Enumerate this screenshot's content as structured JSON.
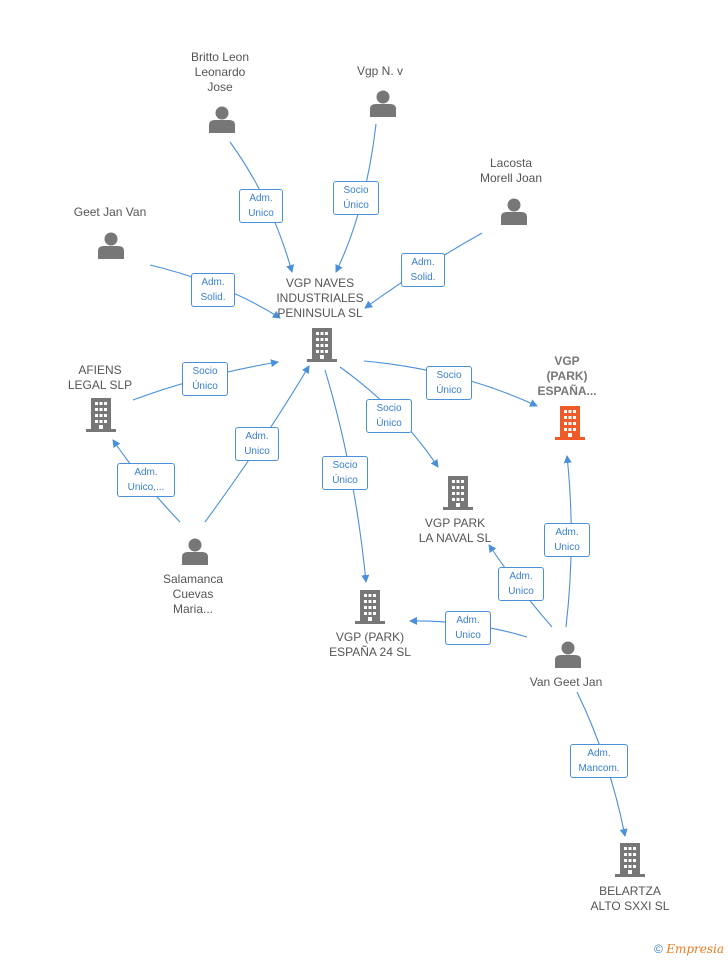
{
  "colors": {
    "edge": "#4a90d9",
    "person": "#777777",
    "company": "#777777",
    "highlight": "#f05a28"
  },
  "nodes": {
    "britto": {
      "label": "Britto Leon\nLeonardo\nJose",
      "icon": "person-icon"
    },
    "vgp_nv": {
      "label": "Vgp N. v",
      "icon": "person-icon"
    },
    "lacosta": {
      "label": "Lacosta\nMorell Joan",
      "icon": "person-icon"
    },
    "geet": {
      "label": "Geet Jan Van",
      "icon": "person-icon"
    },
    "vgp_naves": {
      "label": "VGP NAVES\nINDUSTRIALES\nPENINSULA  SL",
      "icon": "building-icon"
    },
    "afiens": {
      "label": "AFIENS\nLEGAL  SLP",
      "icon": "building-icon"
    },
    "vgp_park_espana": {
      "label": "VGP\n(PARK)\nESPAÑA...",
      "icon": "building-icon"
    },
    "vgp_park_naval": {
      "label": "VGP PARK\nLA NAVAL  SL",
      "icon": "building-icon"
    },
    "salamanca": {
      "label": "Salamanca\nCuevas\nMaria...",
      "icon": "person-icon"
    },
    "vgp_park_24": {
      "label": "VGP (PARK)\nESPAÑA 24  SL",
      "icon": "building-icon"
    },
    "van_geet": {
      "label": "Van Geet Jan",
      "icon": "person-icon"
    },
    "belartza": {
      "label": "BELARTZA\nALTO SXXI  SL",
      "icon": "building-icon"
    }
  },
  "edges": [
    {
      "label": "Adm.\nUnico"
    },
    {
      "label": "Socio\nÚnico"
    },
    {
      "label": "Adm.\nSolid."
    },
    {
      "label": "Adm.\nSolid."
    },
    {
      "label": "Socio\nÚnico"
    },
    {
      "label": "Adm.\nUnico,..."
    },
    {
      "label": "Adm.\nUnico"
    },
    {
      "label": "Socio\nÚnico"
    },
    {
      "label": "Socio\nÚnico"
    },
    {
      "label": "Socio\nÚnico"
    },
    {
      "label": "Adm.\nUnico"
    },
    {
      "label": "Adm.\nUnico"
    },
    {
      "label": "Adm.\nUnico"
    },
    {
      "label": "Adm.\nMancom."
    }
  ],
  "watermark": {
    "symbol": "©",
    "brand": "Empresia"
  }
}
